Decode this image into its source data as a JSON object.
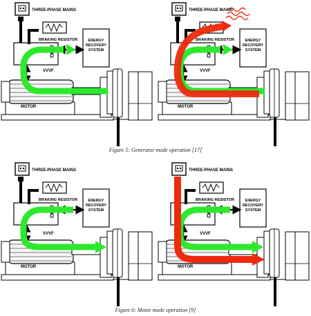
{
  "labels": {
    "mains": "THREE-PHASE MAINS",
    "resistor": "BRAKING RESISTOR",
    "energy_line1": "ENERGY",
    "energy_line2": "RECOVERY",
    "energy_line3": "SYSTEM",
    "vvvf": "VVVF",
    "motor": "MOTOR"
  },
  "captions": {
    "fig5": "Figure 5: Generator mode operation [17]",
    "fig6": "Figure 6: Motor mode operation [9]"
  },
  "colors": {
    "green_flow": "#2ee82e",
    "red_flow": "#ee2a0e",
    "line": "#000000"
  },
  "panels": [
    {
      "id": "gen-a",
      "mode": "generator",
      "flows": [
        "green"
      ]
    },
    {
      "id": "gen-b",
      "mode": "generator",
      "flows": [
        "green",
        "red",
        "heat"
      ]
    },
    {
      "id": "mot-a",
      "mode": "motor",
      "flows": [
        "green"
      ]
    },
    {
      "id": "mot-b",
      "mode": "motor",
      "flows": [
        "green",
        "red"
      ]
    }
  ]
}
